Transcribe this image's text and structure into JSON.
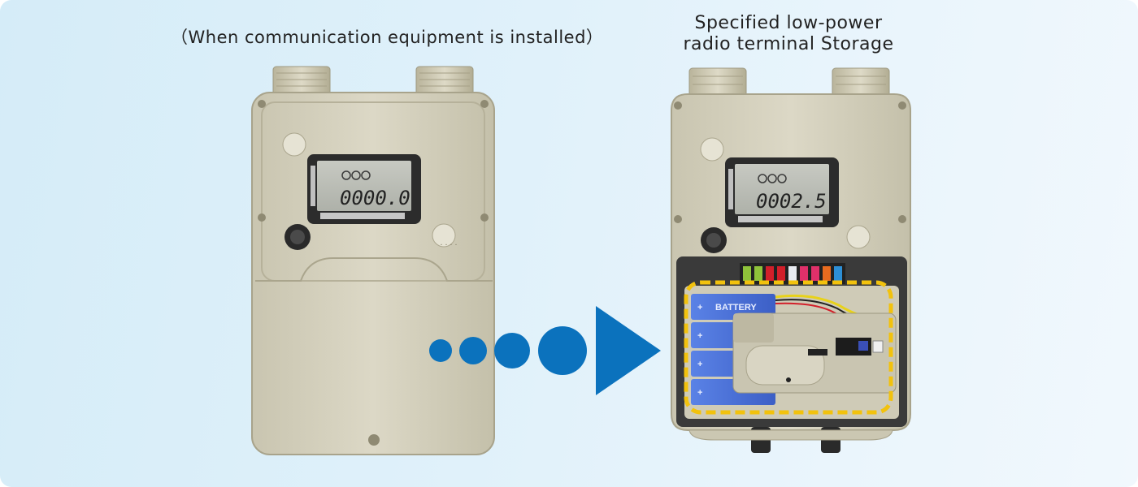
{
  "captions": {
    "left": "（When communication equipment is installed）",
    "right_line1": "Specified low-power",
    "right_line2": "radio terminal Storage"
  },
  "meter_left": {
    "display_reading": "0000.0"
  },
  "meter_right": {
    "display_reading": "0002.5",
    "battery_label": "BATTERY"
  },
  "colors": {
    "background": "#dceff9",
    "meter_body": "#d6d2bf",
    "arrow": "#0b72bd",
    "highlight_dash": "#f2c20d",
    "battery": "#4a6fd8"
  },
  "icons": {
    "progression": "dot-dot-arrow-right"
  }
}
